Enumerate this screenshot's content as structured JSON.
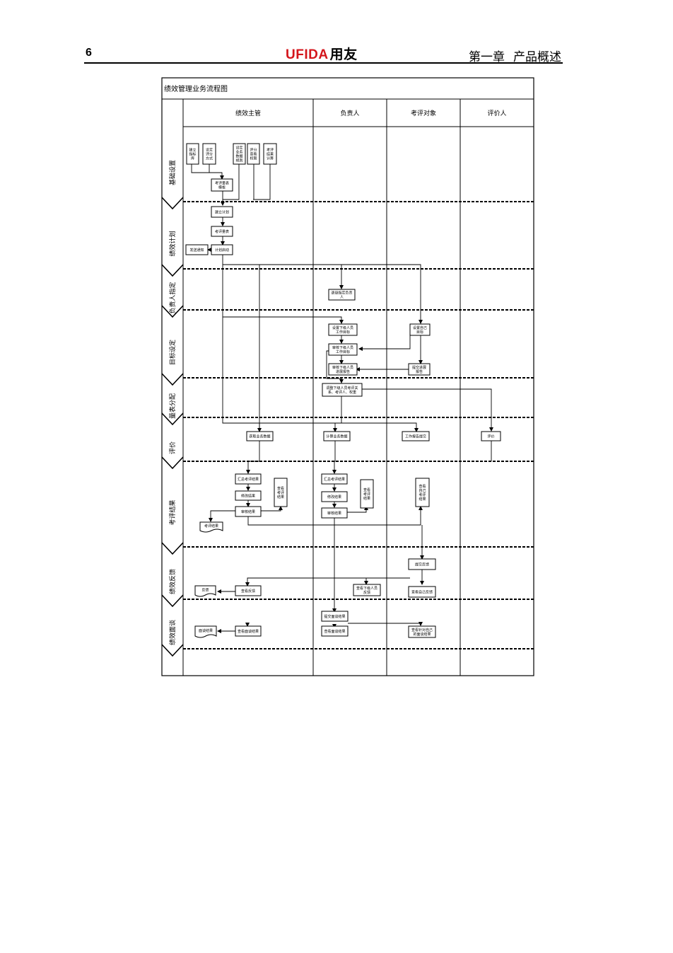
{
  "header": {
    "page_number": "6",
    "logo_latin": "UFIDA",
    "logo_cn": "用友",
    "chapter": "第一章",
    "chapter_title": "产品概述"
  },
  "diagram": {
    "title": "绩效管理业务流程图",
    "columns": [
      "绩效主管",
      "负责人",
      "考评对象",
      "评价人"
    ],
    "lanes": [
      "基础设置",
      "绩效计划",
      "负责人指定",
      "目标设定",
      "量表分配",
      "评价",
      "考评结果",
      "绩效反馈",
      "绩效面谈"
    ],
    "nodes": {
      "n1": "建立|指标|库",
      "n2": "设定|评分|方式",
      "n3": "设定|业务|数据|规则",
      "n4": "评分|查看|权限",
      "n5": "考评|结果|计算",
      "n6": "考评量表|模板",
      "n7": "建立计划",
      "n8": "考评量表",
      "n9": "计划启动",
      "n10": "发送通知",
      "n11": "逐级指定负责|人",
      "n12": "设置下级人员|工作目标",
      "n13": "设置自己|目标",
      "n14": "审核下级人员|工作目标",
      "n15": "审核下级人员|进展报告",
      "n16": "提交进展|报告",
      "n17": "调整下级人员考评关|系、考评人、权重",
      "n18": "获取业务数据",
      "n19": "计算业务数据",
      "n20": "工作报告提交",
      "n21": "评价",
      "n22": "汇总考评结果",
      "n23": "修改结果",
      "n24": "审核结果",
      "n25": "查看|考评|结果",
      "n26": "考评结果",
      "n27": "汇总考评结果",
      "n28": "修改结果",
      "n29": "审核结果",
      "n30": "查看|考评|结果",
      "n31": "查看|自己|考评|结果",
      "n32": "提交反馈",
      "n33": "反馈",
      "n34": "查看反馈",
      "n35": "查看下级人员|反馈",
      "n36": "查看自己反馈",
      "n37": "提交面谈结果",
      "n38": "面谈结果",
      "n39": "查看面谈结果",
      "n40": "查看面谈结果",
      "n41": "查看针对自己|的面谈结果"
    }
  }
}
